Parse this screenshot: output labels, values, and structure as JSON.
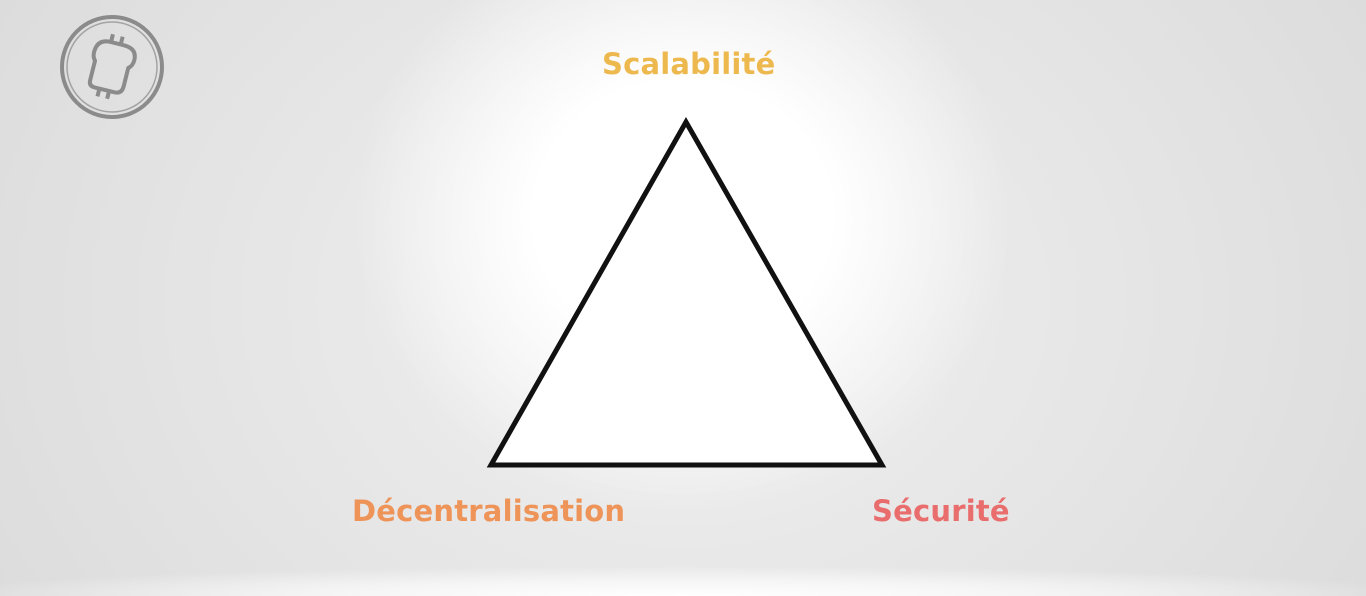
{
  "diagram": {
    "vertices": {
      "top": {
        "label": "Scalabilité",
        "color": "#EDB94E"
      },
      "bottom_left": {
        "label": "Décentralisation",
        "color": "#EE9458"
      },
      "bottom_right": {
        "label": "Sécurité",
        "color": "#E86D6C"
      }
    },
    "shape": {
      "stroke_color": "#111111",
      "fill_color": "#ffffff"
    }
  },
  "logo": {
    "icon": "bitcoin-toast-icon",
    "color": "#8b8b8b"
  }
}
